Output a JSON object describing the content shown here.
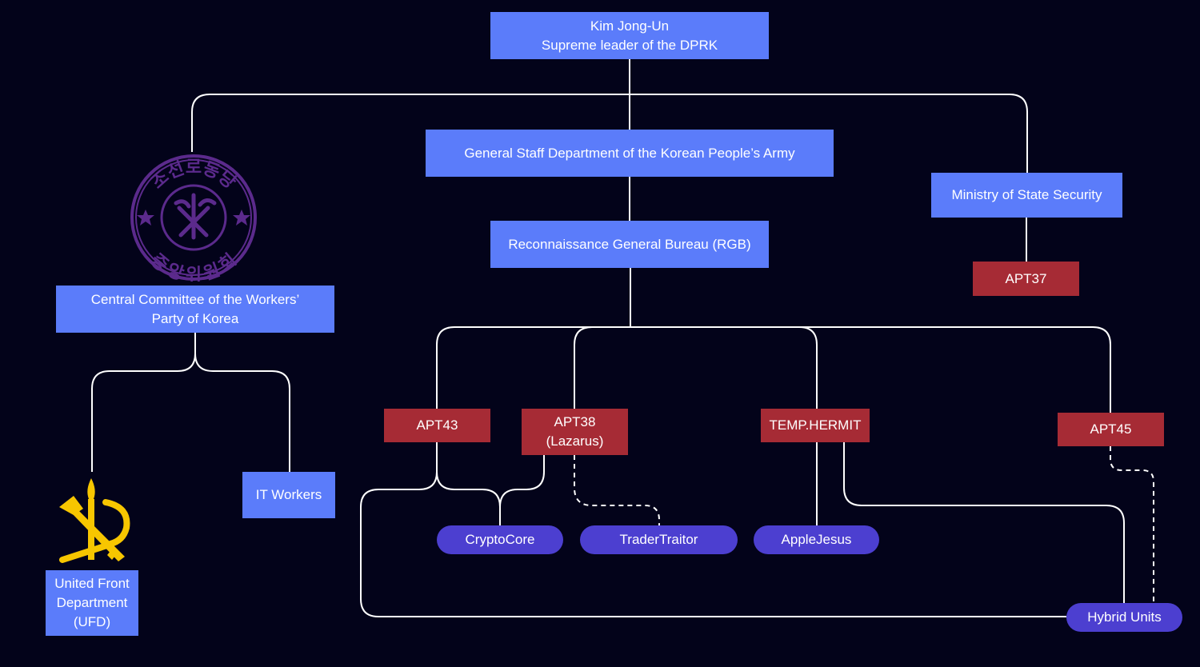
{
  "nodes": {
    "kim": "Kim Jong-Un\nSupreme leader of the DPRK",
    "gsd": "General Staff Department of the Korean People’s Army",
    "mss": "Ministry of State Security",
    "rgb": "Reconnaissance General Bureau (RGB)",
    "cc": "Central Committee of the Workers’\nParty of Korea",
    "ufd": "United Front\nDepartment\n(UFD)",
    "itw": "IT Workers",
    "apt37": "APT37",
    "apt43": "APT43",
    "apt38": "APT38\n(Lazarus)",
    "hermit": "TEMP.HERMIT",
    "apt45": "APT45",
    "cryptocore": "CryptoCore",
    "tradertraitor": "TraderTraitor",
    "applejesus": "AppleJesus",
    "hybrid": "Hybrid Units"
  },
  "emblems": {
    "seal_text": "조선로동당 중앙위원회",
    "seal_icon": "party-seal-icon",
    "party_icon": "hammer-sickle-brush-icon"
  },
  "colors": {
    "background": "#03031a",
    "organization": "#5b7cfa",
    "apt_group": "#a62b35",
    "sub_cluster": "#4c3fd0",
    "seal": "#5b2a8c",
    "emblem_gold": "#f7c600",
    "connector": "#ffffff"
  }
}
